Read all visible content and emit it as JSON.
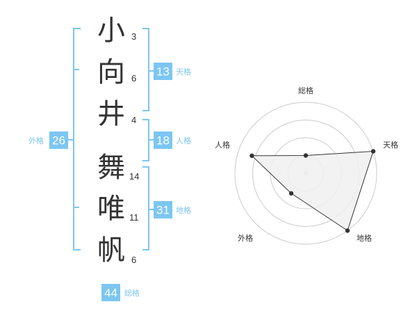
{
  "name": {
    "chars": [
      {
        "char": "小",
        "strokes": "3"
      },
      {
        "char": "向",
        "strokes": "6"
      },
      {
        "char": "井",
        "strokes": "4"
      },
      {
        "char": "舞",
        "strokes": "14"
      },
      {
        "char": "唯",
        "strokes": "11"
      },
      {
        "char": "帆",
        "strokes": "6"
      }
    ]
  },
  "fortunes": {
    "tenkaku": {
      "value": "13",
      "label": "天格"
    },
    "jinkaku": {
      "value": "18",
      "label": "人格"
    },
    "chikaku": {
      "value": "31",
      "label": "地格"
    },
    "gaikaku": {
      "value": "26",
      "label": "外格"
    },
    "soukaku": {
      "value": "44",
      "label": "総格"
    }
  },
  "colors": {
    "accent": "#7cc6f2",
    "badge_text": "#ffffff",
    "label_text": "#7cc6f2",
    "radar_fill": "#f0f0f0",
    "radar_grid": "#cccccc",
    "radar_line": "#333333"
  },
  "chart_data": {
    "type": "radar",
    "axes": [
      "総格",
      "天格",
      "地格",
      "外格",
      "人格"
    ],
    "max": 4,
    "values": [
      1,
      4,
      4,
      1.4,
      3.2
    ],
    "rings": 4,
    "grid": true
  }
}
